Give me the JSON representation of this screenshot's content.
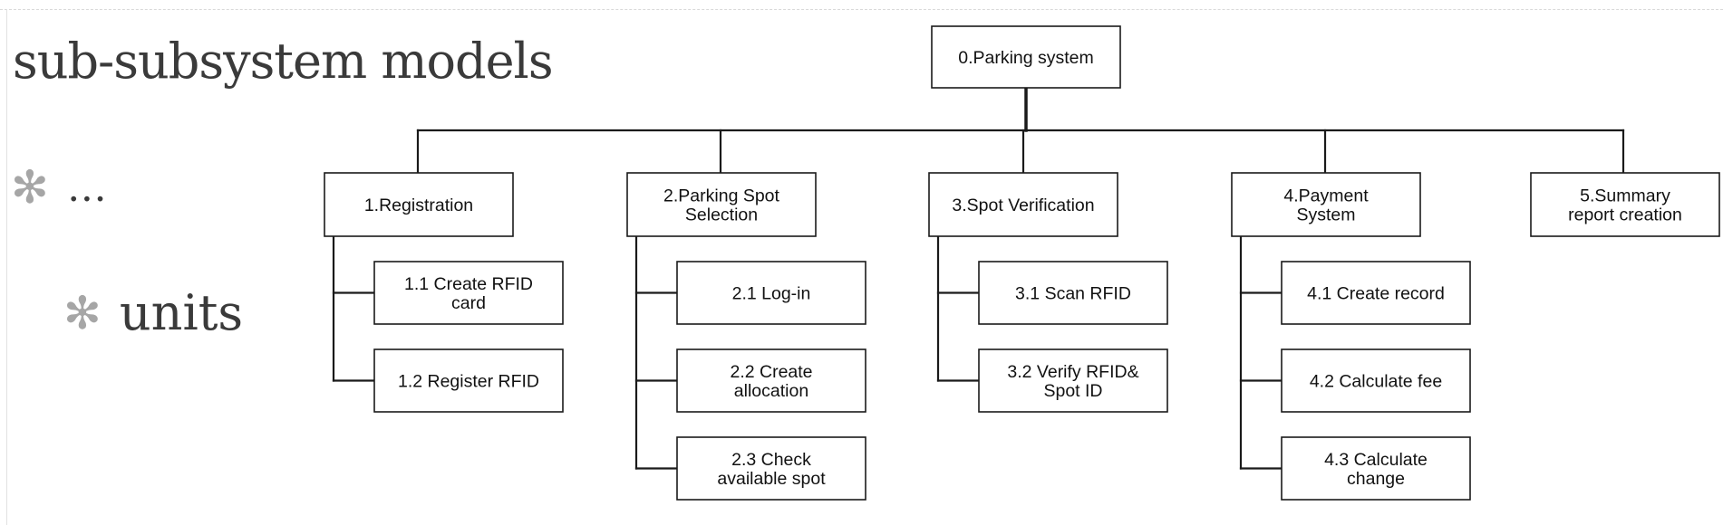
{
  "slide": {
    "title": "sub-subsystem models",
    "bullets": [
      {
        "glyph": "✻",
        "text": "…"
      },
      {
        "glyph": "✻",
        "text": "units"
      }
    ]
  },
  "diagram": {
    "root": {
      "id": "0",
      "lines": [
        "0.Parking system"
      ]
    },
    "branches": [
      {
        "id": "1",
        "lines": [
          "1.Registration"
        ],
        "children": [
          {
            "id": "1.1",
            "lines": [
              "1.1 Create RFID",
              "card"
            ]
          },
          {
            "id": "1.2",
            "lines": [
              "1.2 Register RFID"
            ]
          }
        ]
      },
      {
        "id": "2",
        "lines": [
          "2.Parking Spot",
          "Selection"
        ],
        "children": [
          {
            "id": "2.1",
            "lines": [
              "2.1 Log-in"
            ]
          },
          {
            "id": "2.2",
            "lines": [
              "2.2 Create",
              "allocation"
            ]
          },
          {
            "id": "2.3",
            "lines": [
              "2.3 Check",
              "available spot"
            ]
          }
        ]
      },
      {
        "id": "3",
        "lines": [
          "3.Spot Verification"
        ],
        "children": [
          {
            "id": "3.1",
            "lines": [
              "3.1 Scan RFID"
            ]
          },
          {
            "id": "3.2",
            "lines": [
              "3.2 Verify RFID&",
              "Spot ID"
            ]
          }
        ]
      },
      {
        "id": "4",
        "lines": [
          "4.Payment",
          "System"
        ],
        "children": [
          {
            "id": "4.1",
            "lines": [
              "4.1 Create record"
            ]
          },
          {
            "id": "4.2",
            "lines": [
              "4.2 Calculate fee"
            ]
          },
          {
            "id": "4.3",
            "lines": [
              "4.3 Calculate",
              "change"
            ]
          }
        ]
      },
      {
        "id": "5",
        "lines": [
          "5.Summary",
          "report creation"
        ],
        "children": []
      }
    ]
  }
}
